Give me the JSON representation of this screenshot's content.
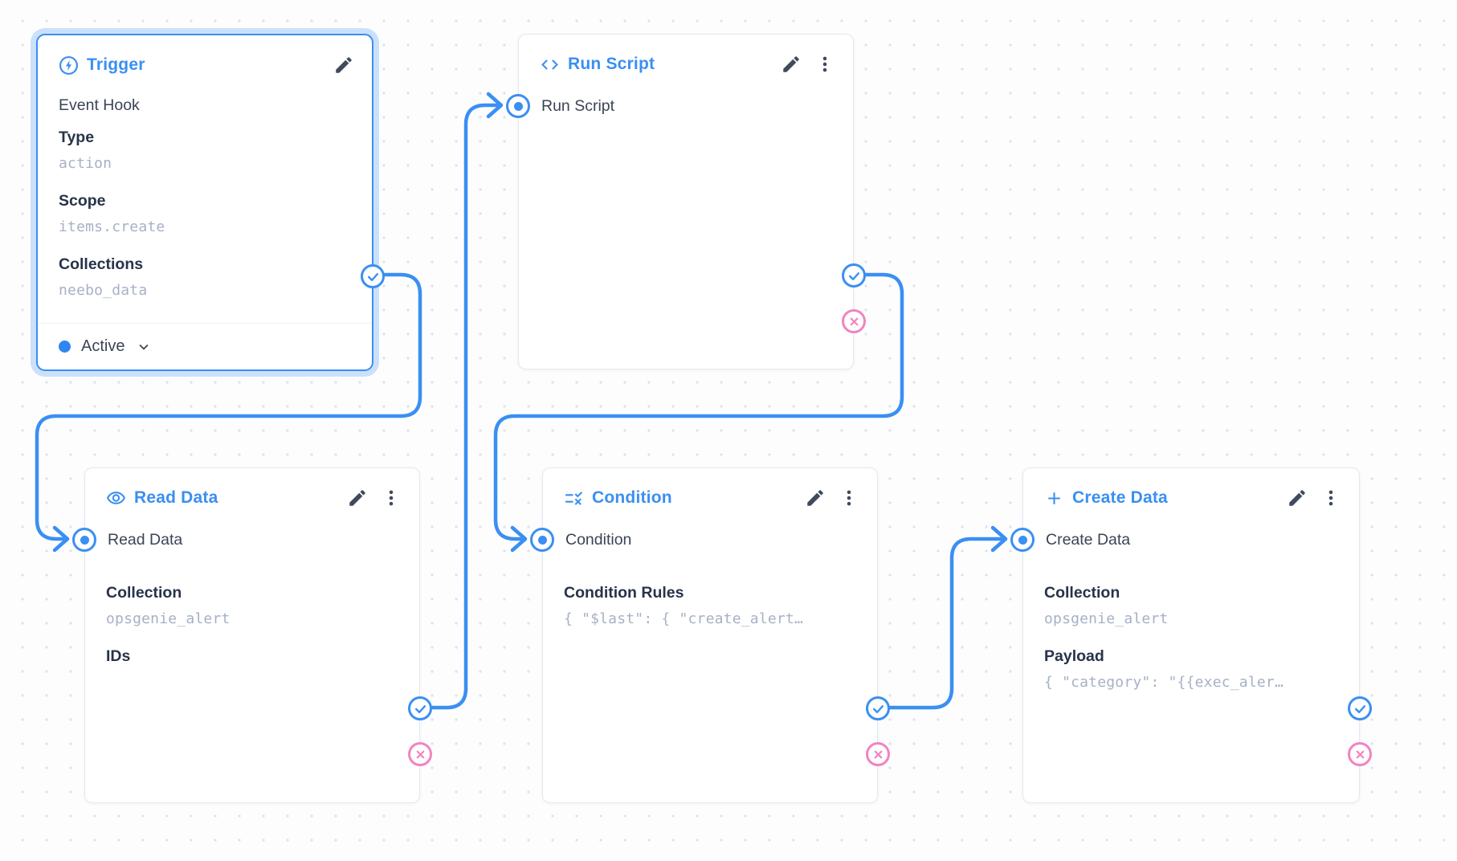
{
  "app": {
    "view": "Flow editor canvas"
  },
  "colors": {
    "accent_blue": "#3a8ff2",
    "reject_pink": "#f283c1",
    "selection_halo": "#cbe0fb",
    "mono_value": "#a6b1c6"
  },
  "nodes": [
    {
      "id": "trigger",
      "title": "Trigger",
      "icon": "bolt-icon",
      "selected": true,
      "subtitle": "Event Hook",
      "fields": [
        {
          "label": "Type",
          "value": "action"
        },
        {
          "label": "Scope",
          "value": "items.create"
        },
        {
          "label": "Collections",
          "value": "neebo_data"
        }
      ],
      "status": {
        "label": "Active"
      }
    },
    {
      "id": "run-script",
      "title": "Run Script",
      "icon": "code-icon",
      "input_label": "Run Script",
      "fields": []
    },
    {
      "id": "read-data",
      "title": "Read Data",
      "icon": "eye-icon",
      "input_label": "Read Data",
      "fields": [
        {
          "label": "Collection",
          "value": "opsgenie_alert"
        },
        {
          "label": "IDs",
          "value": ""
        }
      ]
    },
    {
      "id": "condition",
      "title": "Condition",
      "icon": "rule-icon",
      "input_label": "Condition",
      "fields": [
        {
          "label": "Condition Rules",
          "value": "{ \"$last\": { \"create_alert…"
        }
      ]
    },
    {
      "id": "create-data",
      "title": "Create Data",
      "icon": "plus-icon",
      "input_label": "Create Data",
      "fields": [
        {
          "label": "Collection",
          "value": "opsgenie_alert"
        },
        {
          "label": "Payload",
          "value": "{ \"category\": \"{{exec_aler…"
        }
      ]
    }
  ],
  "edges": [
    {
      "from": "trigger",
      "to": "read-data",
      "type": "resolve"
    },
    {
      "from": "read-data",
      "to": "run-script",
      "type": "resolve"
    },
    {
      "from": "run-script",
      "to": "condition",
      "type": "resolve"
    },
    {
      "from": "condition",
      "to": "create-data",
      "type": "resolve"
    }
  ]
}
